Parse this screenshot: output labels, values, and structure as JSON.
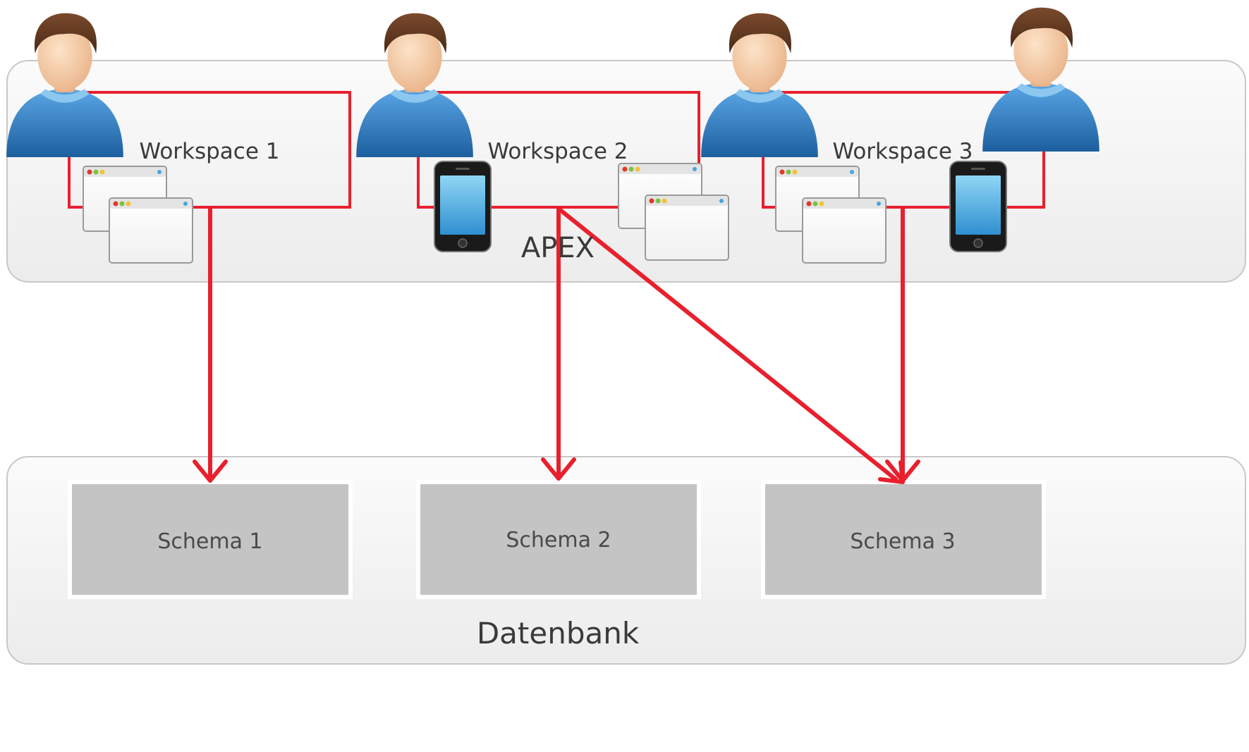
{
  "diagram": {
    "layers": {
      "apex": "APEX",
      "database": "Datenbank"
    },
    "workspaces": [
      {
        "id": "ws1",
        "label": "Workspace 1"
      },
      {
        "id": "ws2",
        "label": "Workspace 2"
      },
      {
        "id": "ws3",
        "label": "Workspace 3"
      }
    ],
    "schemas": [
      {
        "id": "s1",
        "label": "Schema 1"
      },
      {
        "id": "s2",
        "label": "Schema 2"
      },
      {
        "id": "s3",
        "label": "Schema 3"
      }
    ],
    "connections": [
      {
        "from": "ws1",
        "to": "s1"
      },
      {
        "from": "ws2",
        "to": "s2"
      },
      {
        "from": "ws2",
        "to": "s3"
      },
      {
        "from": "ws3",
        "to": "s3"
      }
    ],
    "icons": {
      "user": "user-icon",
      "browser_window": "browser-window-icon",
      "phone": "phone-icon"
    },
    "colors": {
      "connector": "#e8202e",
      "panel_fill": "#f0f0f0",
      "panel_stroke": "#c8c8c8",
      "schema_fill": "#c4c4c4",
      "text": "#3a3a3a",
      "user_shirt": "#2f7fc6",
      "user_skin": "#f5c9a0",
      "user_hair": "#5a3621"
    }
  }
}
